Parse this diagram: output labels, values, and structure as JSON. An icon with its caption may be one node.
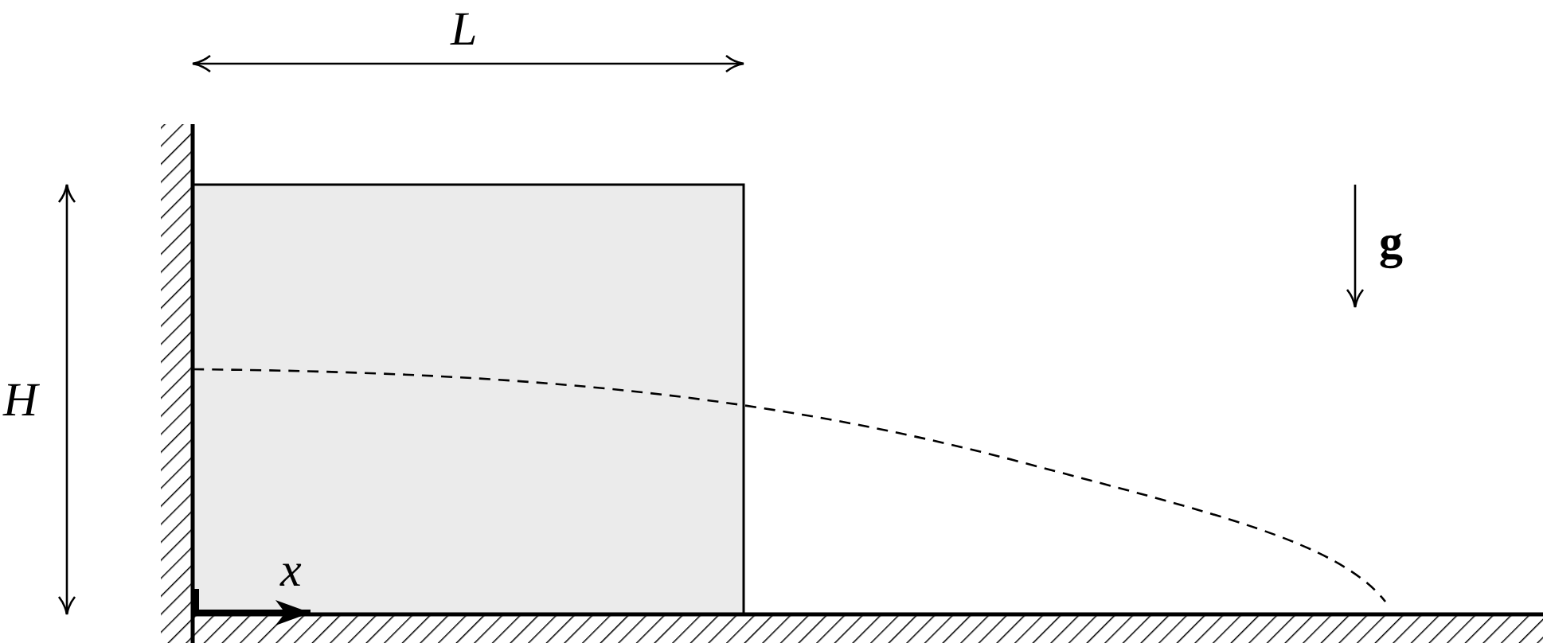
{
  "diagram": {
    "labels": [
      "L",
      "H",
      "g",
      "x"
    ]
  }
}
